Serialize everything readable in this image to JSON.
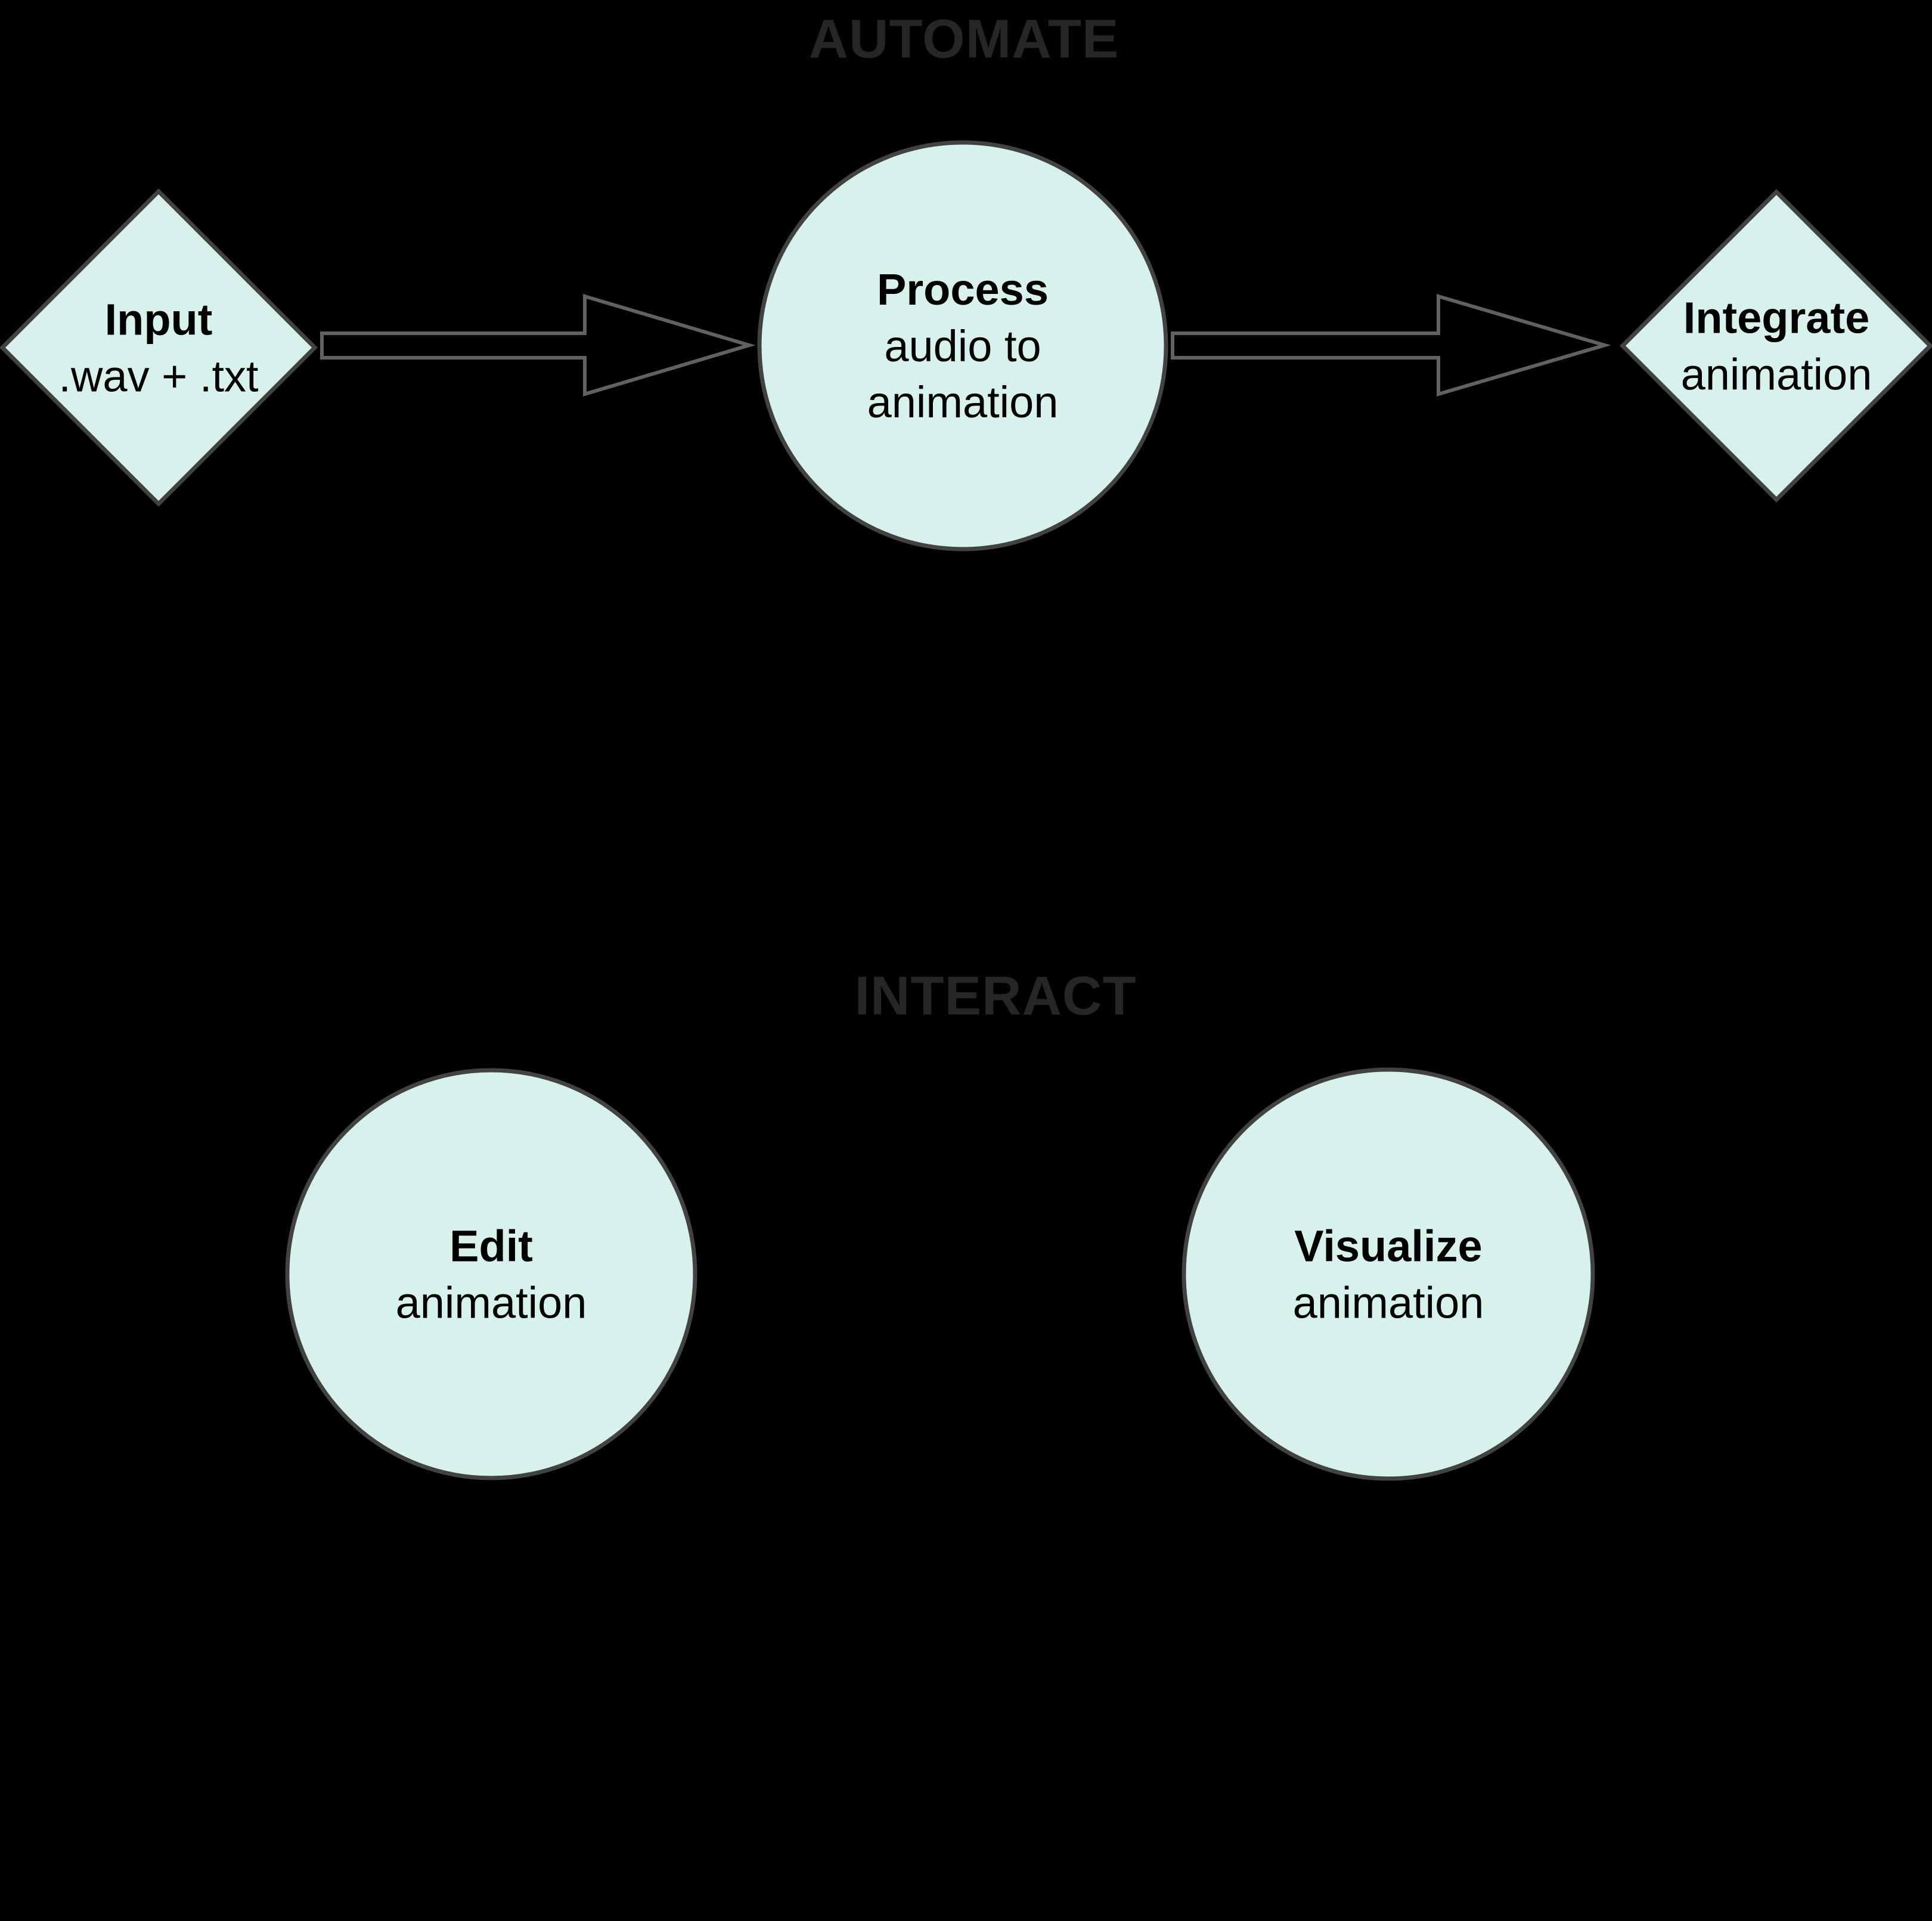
{
  "colors": {
    "background": "#000000",
    "node_fill": "#d7f2ec",
    "node_border": "#424242",
    "arrow_outline": "#616161",
    "section_title_color": "#262626",
    "node_text_color": "#000000"
  },
  "sections": {
    "automate": {
      "title": "AUTOMATE"
    },
    "interact": {
      "title": "INTERACT"
    }
  },
  "nodes": {
    "input": {
      "title": "Input",
      "subtitle": ".wav + .txt"
    },
    "process": {
      "title": "Process",
      "subtitle_line1": "audio to",
      "subtitle_line2": "animation"
    },
    "integrate": {
      "title": "Integrate",
      "subtitle": "animation"
    },
    "edit": {
      "title": "Edit",
      "subtitle": "animation"
    },
    "visualize": {
      "title": "Visualize",
      "subtitle": "animation"
    }
  }
}
